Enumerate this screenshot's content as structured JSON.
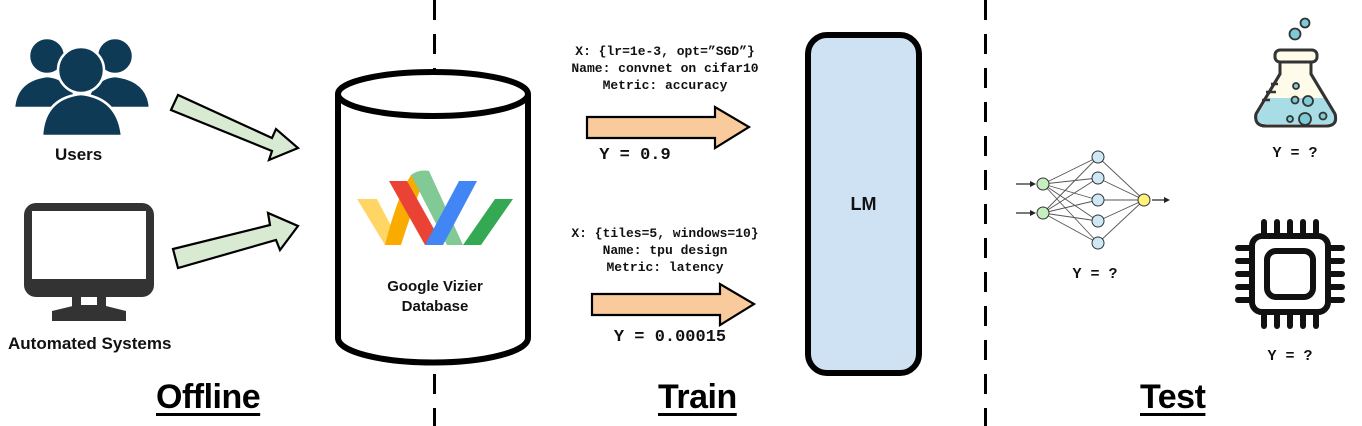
{
  "sections": {
    "offline": "Offline",
    "train": "Train",
    "test": "Test"
  },
  "sources": {
    "users_label": "Users",
    "automated_label": "Automated Systems"
  },
  "database": {
    "line1": "Google Vizier",
    "line2": "Database"
  },
  "model": {
    "label": "LM"
  },
  "train_examples": [
    {
      "x": "X: {lr=1e-3, opt=”SGD”}",
      "name": "Name: convnet on cifar10",
      "metric": "Metric: accuracy",
      "y": "Y = 0.9"
    },
    {
      "x": "X: {tiles=5, windows=10}",
      "name": "Name: tpu design",
      "metric": "Metric: latency",
      "y": "Y = 0.00015"
    }
  ],
  "test_examples": [
    {
      "icon": "neural-network-icon",
      "y": "Y = ?"
    },
    {
      "icon": "flask-icon",
      "y": "Y = ?"
    },
    {
      "icon": "chip-icon",
      "y": "Y = ?"
    }
  ],
  "colors": {
    "users_icon": "#0e3a55",
    "monitor_icon": "#333333",
    "green_arrow": "#d9ead3",
    "orange_arrow": "#f9cb9c",
    "lm_fill": "#cfe2f3",
    "logo_yellow": "#ffd666",
    "logo_orange": "#f9ab00",
    "logo_red": "#ea4335",
    "logo_blue": "#4285f4",
    "logo_lightgreen": "#81c995",
    "logo_green": "#34a853",
    "flask_liquid": "#a8dde6",
    "nn_input": "#c6efc0",
    "nn_hidden": "#cfe8f7",
    "nn_output": "#fff27a"
  }
}
